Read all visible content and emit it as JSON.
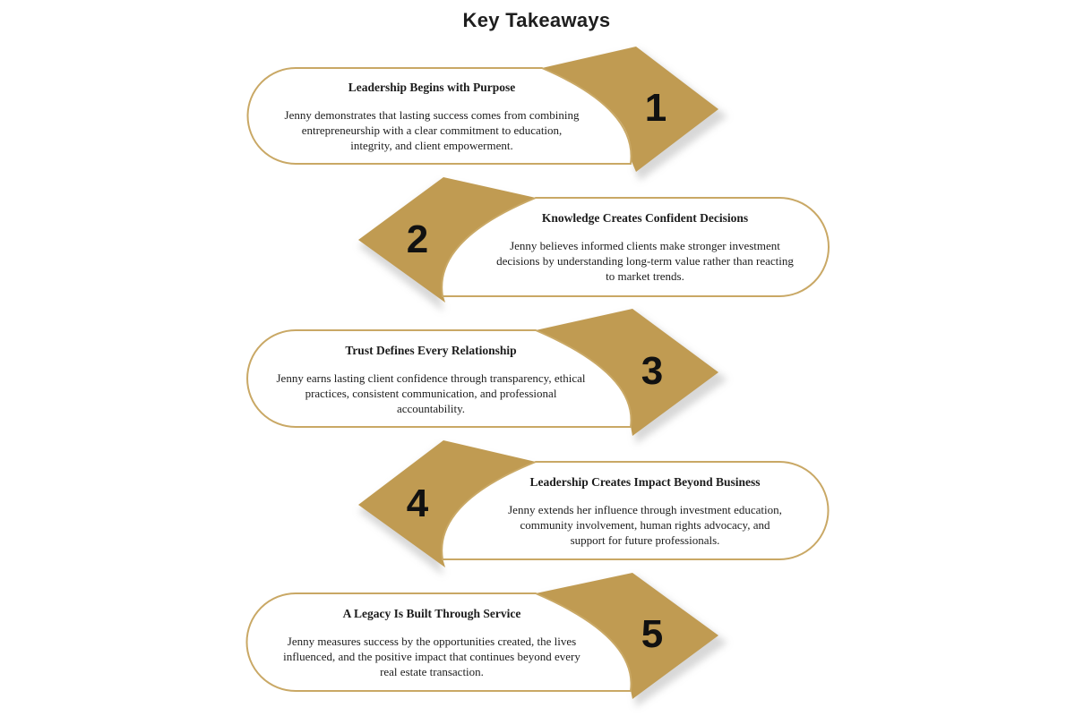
{
  "title": "Key Takeaways",
  "colors": {
    "arrow": "#c09b52",
    "arrow_shadow": "#b8b8b8",
    "card_border": "#c9a865",
    "text": "#1c1c1c"
  },
  "steps": [
    {
      "number": "1",
      "heading": "Leadership Begins with Purpose",
      "body": "Jenny demonstrates that lasting success comes from combining entrepreneurship with a clear commitment to education, integrity, and client empowerment."
    },
    {
      "number": "2",
      "heading": "Knowledge Creates Confident Decisions",
      "body": "Jenny believes informed clients make stronger investment decisions by understanding long-term value rather than reacting to market trends."
    },
    {
      "number": "3",
      "heading": "Trust Defines Every Relationship",
      "body": "Jenny earns lasting client confidence through transparency, ethical practices, consistent communication, and professional accountability."
    },
    {
      "number": "4",
      "heading": "Leadership Creates Impact Beyond Business",
      "body": "Jenny extends her influence through investment education, community involvement, human rights advocacy, and support for future professionals."
    },
    {
      "number": "5",
      "heading": "A Legacy Is Built Through Service",
      "body": "Jenny measures success by the opportunities created, the lives influenced, and the positive impact that continues beyond every real estate transaction."
    }
  ]
}
